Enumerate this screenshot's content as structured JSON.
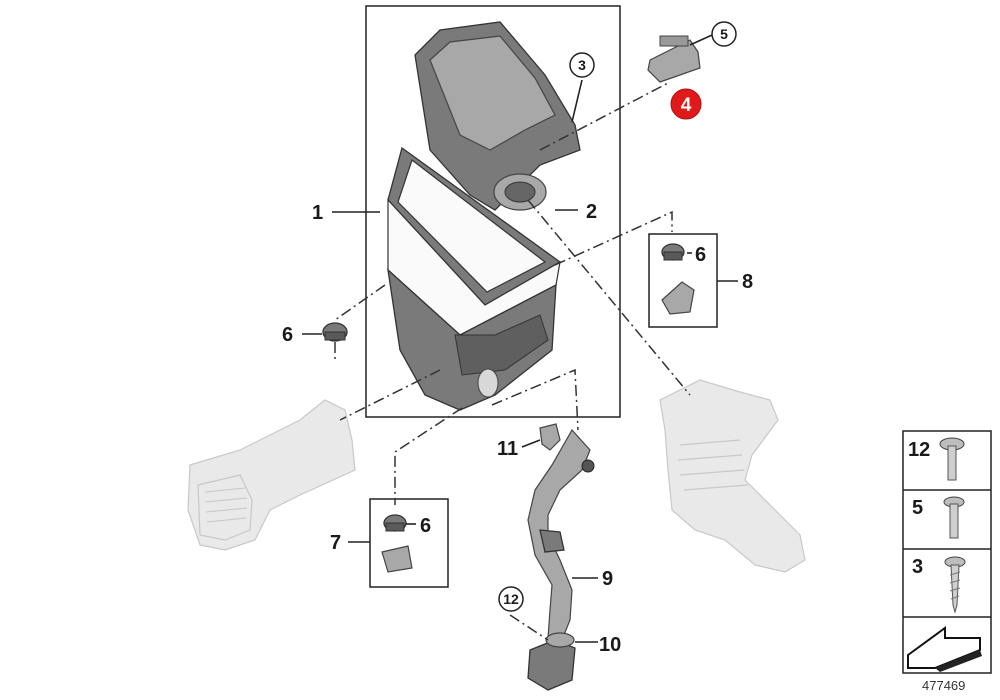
{
  "callouts": {
    "c1": "1",
    "c2": "2",
    "c3": "3",
    "c4": "4",
    "c5": "5",
    "c6a": "6",
    "c6b": "6",
    "c6c": "6",
    "c7": "7",
    "c8": "8",
    "c9": "9",
    "c10": "10",
    "c11": "11",
    "c12": "12"
  },
  "legend": {
    "row_12": "12",
    "row_5": "5",
    "row_3": "3"
  },
  "diagram_number": "477469",
  "colors": {
    "highlight": "#e01a1a",
    "part_dark": "#7a7a7a",
    "part_light": "#e9e9e9"
  }
}
